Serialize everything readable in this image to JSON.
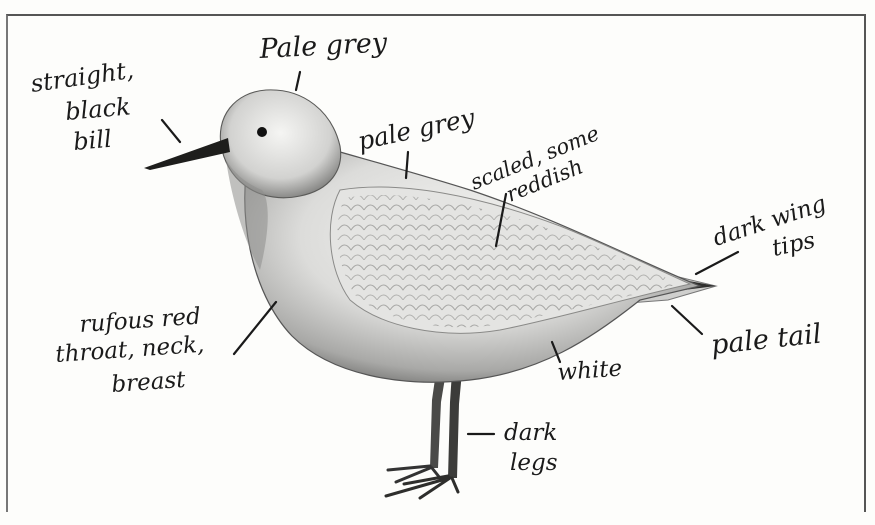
{
  "labels": {
    "head": "Pale grey",
    "bill": [
      "straight,",
      "black",
      "bill"
    ],
    "back": "pale grey",
    "wing": [
      "scaled, some",
      "reddish"
    ],
    "wingtips": [
      "dark wing",
      "tips"
    ],
    "tail": "pale tail",
    "throat": [
      "rufous red",
      "throat, neck,",
      "breast"
    ],
    "belly": "white",
    "legs": [
      "dark",
      "legs"
    ]
  }
}
